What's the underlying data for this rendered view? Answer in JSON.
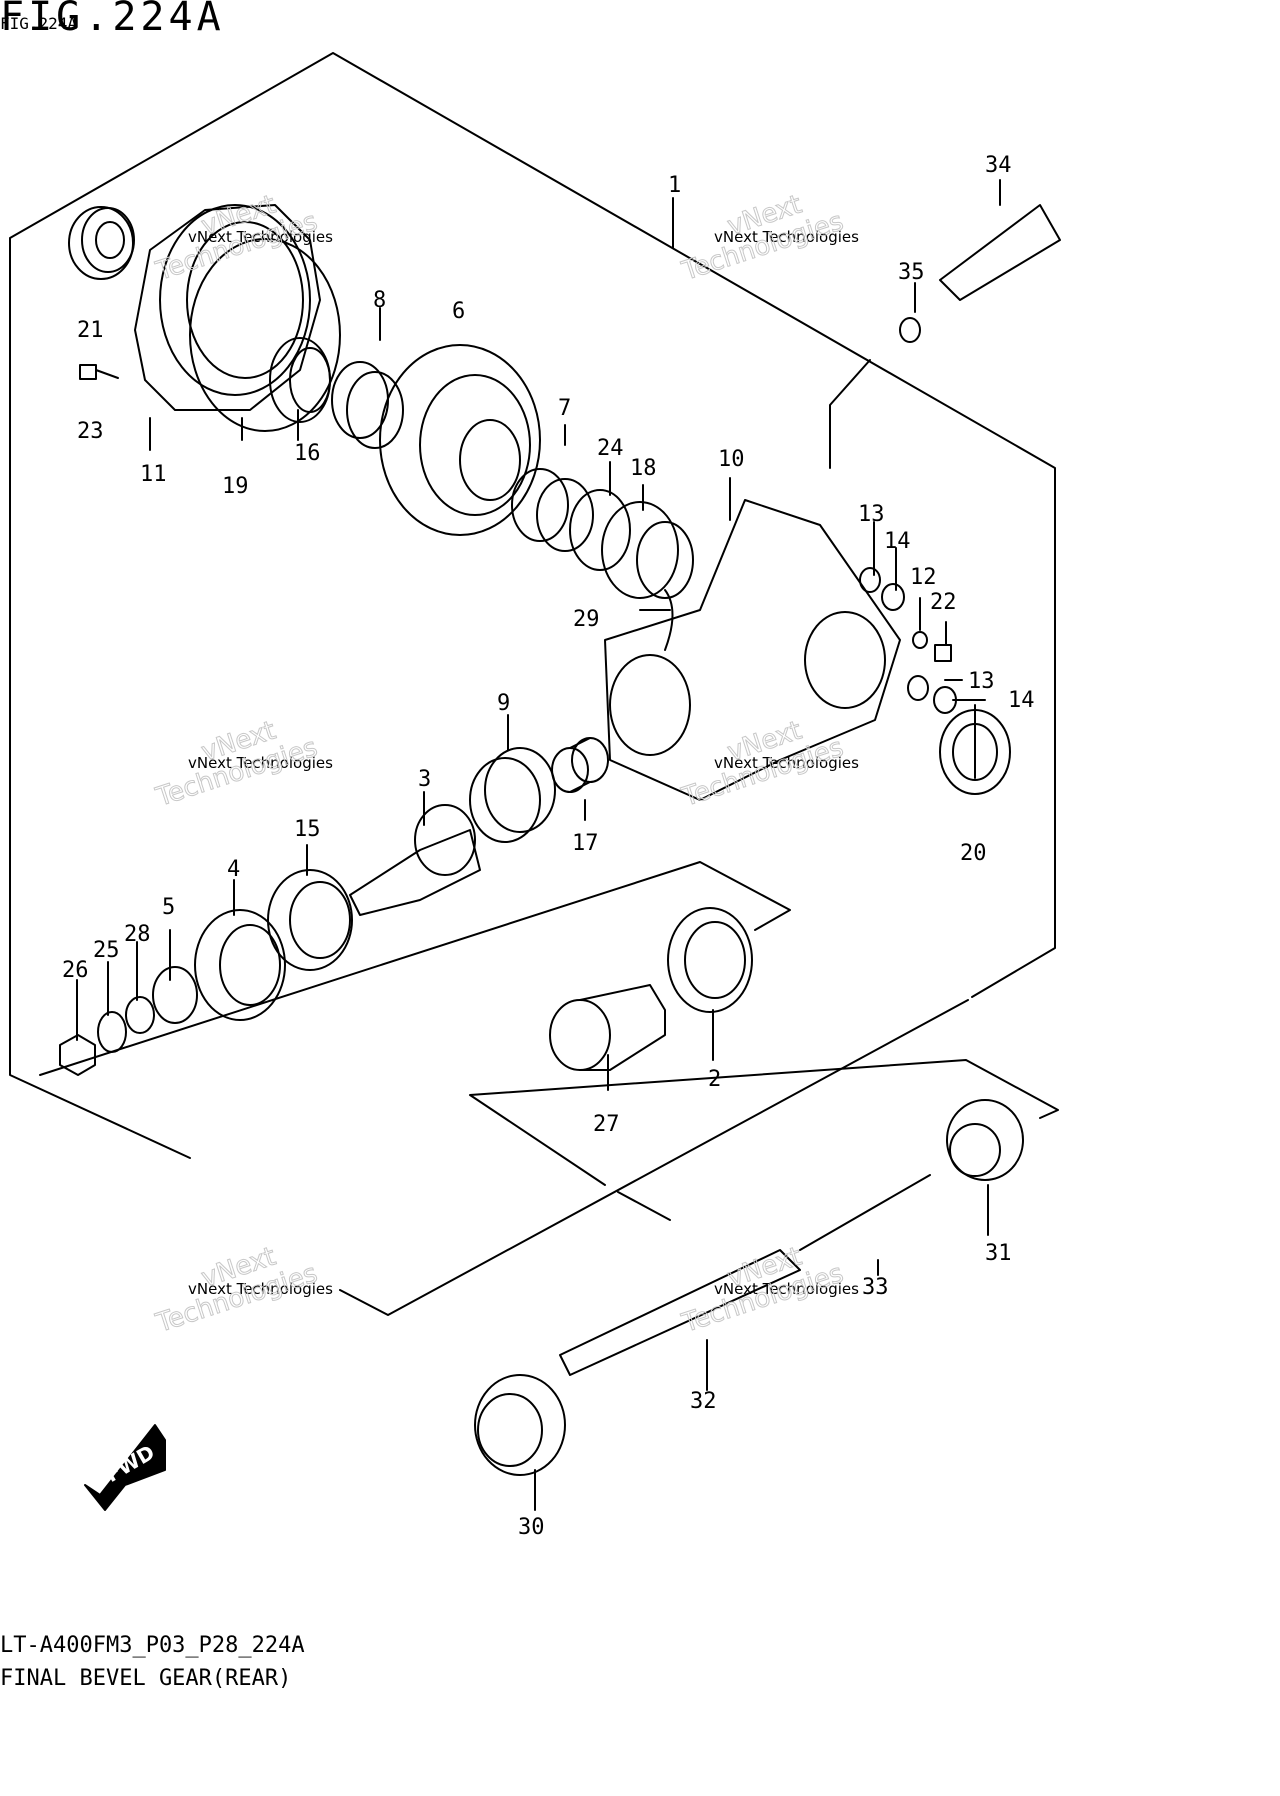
{
  "figure": {
    "title": "FIG.224A",
    "subtitle": "FIG.224A",
    "code": "LT-A400FM3_P03_P28_224A",
    "name": "FINAL BEVEL GEAR(REAR)"
  },
  "watermark": {
    "line1": "vNext Technologies",
    "line2": "Technologies",
    "line3": "vNext"
  },
  "fwd_label": "FWD",
  "callouts": [
    "1",
    "2",
    "3",
    "4",
    "5",
    "6",
    "7",
    "8",
    "9",
    "10",
    "11",
    "12",
    "13",
    "14",
    "15",
    "16",
    "17",
    "18",
    "19",
    "20",
    "21",
    "22",
    "23",
    "24",
    "25",
    "26",
    "27",
    "28",
    "29",
    "30",
    "31",
    "32",
    "33",
    "34",
    "35",
    "13",
    "14"
  ]
}
